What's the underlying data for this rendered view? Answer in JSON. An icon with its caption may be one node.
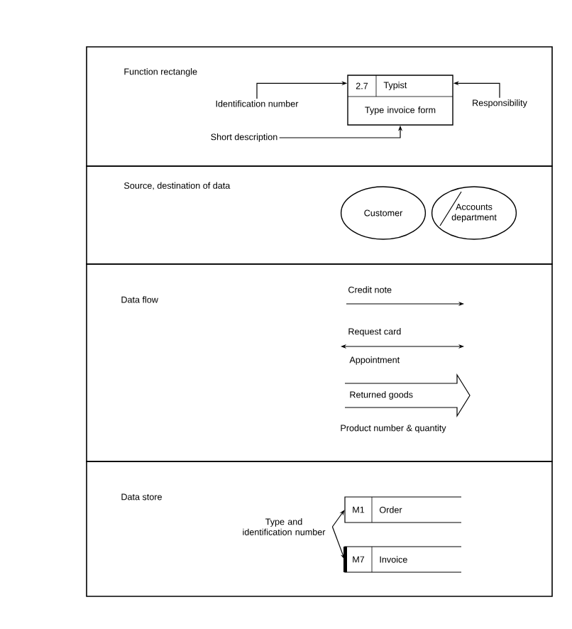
{
  "diagram": {
    "nodes": [
      {
        "text": [
          "Function rectangle"
        ]
      },
      {
        "text": [
          "2.7",
          "Typist",
          "Type invoice form"
        ],
        "in": 0
      },
      {
        "text": [
          "Identification number"
        ],
        "in": 0
      },
      {
        "text": [
          "Responsibility"
        ],
        "in": 0
      },
      {
        "text": [
          "Short description"
        ],
        "in": 0
      },
      {
        "text": [
          "Source, destination of data"
        ]
      },
      {
        "text": [
          "Customer"
        ],
        "in": 5
      },
      {
        "text": [
          "Accounts department"
        ],
        "in": 5
      },
      {
        "text": [
          "Data flow"
        ]
      },
      {
        "text": [
          "Returned goods"
        ],
        "beside": [
          "Product number & quantity"
        ],
        "in": 8
      },
      {
        "text": [
          "Data store"
        ]
      },
      {
        "text": [
          "Type and identification number"
        ],
        "in": 10
      },
      {
        "text": [
          "M1",
          "Order"
        ],
        "in": 10
      },
      {
        "text": [
          "M7",
          "Invoice"
        ],
        "in": 10
      }
    ],
    "edges": [
      {
        "from": 2,
        "to": 1,
        "arrow": "to"
      },
      {
        "from": 3,
        "to": 1,
        "arrow": "to"
      },
      {
        "from": 4,
        "to": 1,
        "arrow": "to"
      },
      {
        "from": 11,
        "to": 12,
        "arrow": "to"
      },
      {
        "from": 11,
        "to": 13,
        "arrow": "to"
      }
    ],
    "labels": [
      "Credit note",
      "Request card",
      "Appointment"
    ]
  }
}
